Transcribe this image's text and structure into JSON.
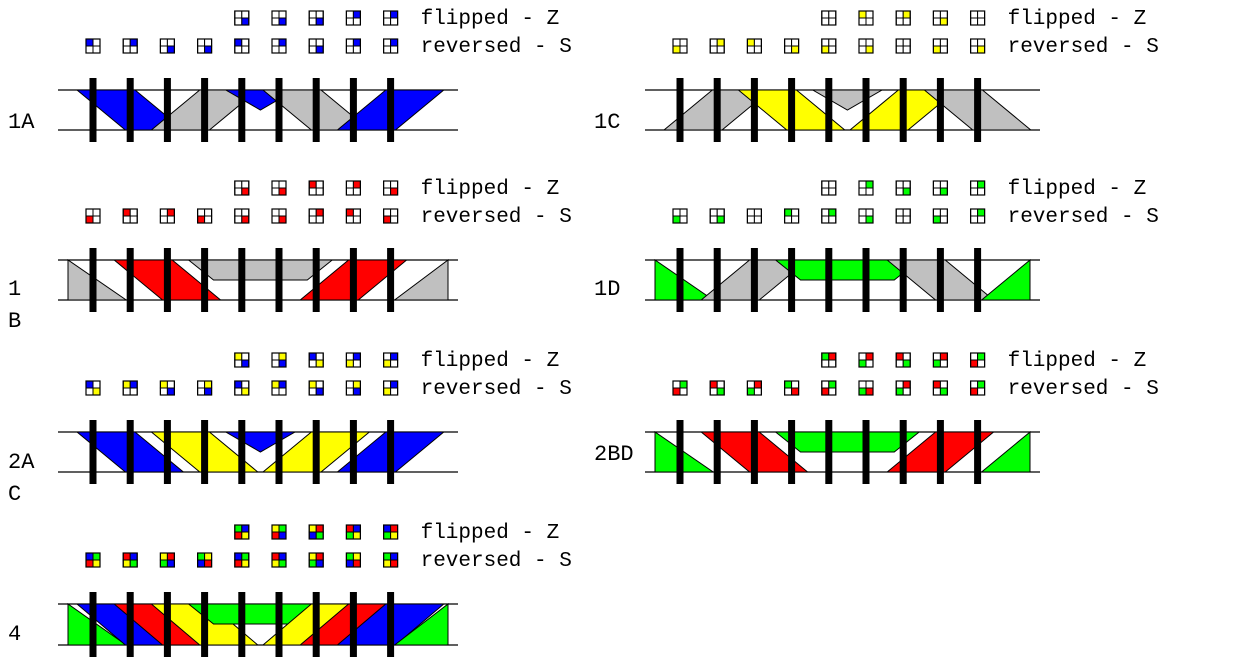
{
  "colors": {
    "blue": "#0000ff",
    "yellow": "#ffff00",
    "red": "#ff0000",
    "green": "#00ff00",
    "gray": "#c0c0c0",
    "black": "#000000",
    "white": "#ffffff"
  },
  "legend": {
    "flipped": "flipped - Z",
    "reversed": "reversed - S"
  },
  "panels": [
    {
      "id": "1A",
      "label_lines": [
        "1A"
      ],
      "bands": [
        {
          "shape": "para-down",
          "from": 0,
          "to": 2,
          "color": "blue"
        },
        {
          "shape": "para-up",
          "from": 2,
          "to": 4,
          "color": "gray"
        },
        {
          "shape": "tri-down",
          "from": 4,
          "to": 5,
          "color": "blue"
        },
        {
          "shape": "para-down",
          "from": 5,
          "to": 7,
          "color": "gray"
        },
        {
          "shape": "para-up",
          "from": 7,
          "to": 9,
          "color": "blue"
        }
      ],
      "reversed_squares": [
        [
          "blue",
          "white",
          "white",
          "white"
        ],
        [
          "white",
          "blue",
          "white",
          "white"
        ],
        [
          "white",
          "white",
          "white",
          "blue"
        ],
        [
          "white",
          "white",
          "white",
          "blue"
        ],
        [
          "blue",
          "white",
          "white",
          "white"
        ],
        [
          "white",
          "blue",
          "white",
          "white"
        ],
        [
          "white",
          "white",
          "white",
          "blue"
        ],
        [
          "white",
          "blue",
          "white",
          "white"
        ],
        [
          "white",
          "blue",
          "white",
          "white"
        ]
      ],
      "flipped_squares": [
        [
          "white",
          "white",
          "white",
          "blue"
        ],
        [
          "white",
          "white",
          "white",
          "blue"
        ],
        [
          "white",
          "white",
          "white",
          "blue"
        ],
        [
          "white",
          "blue",
          "white",
          "white"
        ],
        [
          "white",
          "blue",
          "white",
          "white"
        ]
      ]
    },
    {
      "id": "1B",
      "label_lines": [
        "1",
        "B"
      ],
      "bands": [
        {
          "shape": "edge-tri-left",
          "from": 0,
          "to": 1,
          "color": "gray"
        },
        {
          "shape": "para-down",
          "from": 1,
          "to": 3,
          "color": "red"
        },
        {
          "shape": "trap-up",
          "from": 3,
          "to": 6,
          "color": "gray"
        },
        {
          "shape": "para-up",
          "from": 6,
          "to": 8,
          "color": "red"
        },
        {
          "shape": "edge-tri-right",
          "from": 8,
          "to": 9,
          "color": "gray"
        }
      ],
      "reversed_squares": [
        [
          "white",
          "white",
          "red",
          "white"
        ],
        [
          "red",
          "white",
          "white",
          "white"
        ],
        [
          "white",
          "red",
          "white",
          "white"
        ],
        [
          "white",
          "white",
          "red",
          "white"
        ],
        [
          "white",
          "white",
          "white",
          "red"
        ],
        [
          "white",
          "white",
          "white",
          "red"
        ],
        [
          "white",
          "red",
          "white",
          "white"
        ],
        [
          "red",
          "white",
          "white",
          "white"
        ],
        [
          "white",
          "white",
          "red",
          "white"
        ]
      ],
      "flipped_squares": [
        [
          "white",
          "white",
          "white",
          "red"
        ],
        [
          "white",
          "white",
          "white",
          "red"
        ],
        [
          "red",
          "white",
          "white",
          "white"
        ],
        [
          "white",
          "red",
          "white",
          "white"
        ],
        [
          "white",
          "white",
          "white",
          "red"
        ]
      ]
    },
    {
      "id": "2AC",
      "label_lines": [
        "2A",
        "C"
      ],
      "bands": [
        {
          "shape": "para-down",
          "from": 0,
          "to": 2,
          "color": "blue"
        },
        {
          "shape": "para-down",
          "from": 2,
          "to": 4,
          "color": "yellow"
        },
        {
          "shape": "tri-down",
          "from": 4,
          "to": 5,
          "color": "blue"
        },
        {
          "shape": "para-up",
          "from": 5,
          "to": 7,
          "color": "yellow"
        },
        {
          "shape": "para-up",
          "from": 7,
          "to": 9,
          "color": "blue"
        }
      ],
      "reversed_squares": [
        [
          "blue",
          "white",
          "white",
          "yellow"
        ],
        [
          "yellow",
          "blue",
          "white",
          "white"
        ],
        [
          "yellow",
          "white",
          "white",
          "blue"
        ],
        [
          "white",
          "yellow",
          "white",
          "blue"
        ],
        [
          "blue",
          "white",
          "white",
          "yellow"
        ],
        [
          "yellow",
          "blue",
          "white",
          "white"
        ],
        [
          "yellow",
          "white",
          "white",
          "blue"
        ],
        [
          "white",
          "yellow",
          "white",
          "blue"
        ],
        [
          "white",
          "blue",
          "yellow",
          "white"
        ]
      ],
      "flipped_squares": [
        [
          "yellow",
          "white",
          "white",
          "blue"
        ],
        [
          "white",
          "yellow",
          "white",
          "blue"
        ],
        [
          "blue",
          "white",
          "white",
          "yellow"
        ],
        [
          "white",
          "blue",
          "yellow",
          "white"
        ],
        [
          "white",
          "blue",
          "yellow",
          "white"
        ]
      ]
    },
    {
      "id": "4",
      "label_lines": [
        "4"
      ],
      "bands": [
        {
          "shape": "edge-tri-left",
          "from": 0,
          "to": 1,
          "color": "green"
        },
        {
          "shape": "para-down",
          "from": 0,
          "to": 2,
          "color": "blue"
        },
        {
          "shape": "para-down",
          "from": 1,
          "to": 3,
          "color": "red"
        },
        {
          "shape": "para-down",
          "from": 2,
          "to": 4,
          "color": "yellow"
        },
        {
          "shape": "trap-up",
          "from": 3,
          "to": 6,
          "color": "green"
        },
        {
          "shape": "para-up",
          "from": 5,
          "to": 7,
          "color": "yellow"
        },
        {
          "shape": "para-up",
          "from": 6,
          "to": 8,
          "color": "red"
        },
        {
          "shape": "para-up",
          "from": 7,
          "to": 9,
          "color": "blue"
        },
        {
          "shape": "edge-tri-right",
          "from": 8,
          "to": 9,
          "color": "green"
        }
      ],
      "reversed_squares": [
        [
          "blue",
          "green",
          "red",
          "yellow"
        ],
        [
          "red",
          "blue",
          "yellow",
          "green"
        ],
        [
          "yellow",
          "red",
          "green",
          "blue"
        ],
        [
          "green",
          "yellow",
          "blue",
          "red"
        ],
        [
          "blue",
          "green",
          "red",
          "yellow"
        ],
        [
          "red",
          "blue",
          "yellow",
          "green"
        ],
        [
          "yellow",
          "red",
          "green",
          "blue"
        ],
        [
          "green",
          "yellow",
          "blue",
          "red"
        ],
        [
          "green",
          "blue",
          "yellow",
          "red"
        ]
      ],
      "flipped_squares": [
        [
          "green",
          "blue",
          "red",
          "yellow"
        ],
        [
          "yellow",
          "green",
          "red",
          "blue"
        ],
        [
          "yellow",
          "red",
          "blue",
          "green"
        ],
        [
          "red",
          "blue",
          "green",
          "yellow"
        ],
        [
          "blue",
          "red",
          "green",
          "yellow"
        ]
      ]
    },
    {
      "id": "1C",
      "label_lines": [
        "1C"
      ],
      "bands": [
        {
          "shape": "para-up",
          "from": 0,
          "to": 2,
          "color": "gray"
        },
        {
          "shape": "para-down",
          "from": 2,
          "to": 4,
          "color": "yellow"
        },
        {
          "shape": "tri-down",
          "from": 4,
          "to": 5,
          "color": "gray"
        },
        {
          "shape": "para-up",
          "from": 5,
          "to": 7,
          "color": "yellow"
        },
        {
          "shape": "para-down",
          "from": 7,
          "to": 9,
          "color": "gray"
        }
      ],
      "reversed_squares": [
        [
          "white",
          "white",
          "yellow",
          "white"
        ],
        [
          "white",
          "yellow",
          "white",
          "white"
        ],
        [
          "yellow",
          "white",
          "white",
          "white"
        ],
        [
          "white",
          "white",
          "white",
          "yellow"
        ],
        [
          "white",
          "white",
          "yellow",
          "white"
        ],
        [
          "white",
          "white",
          "white",
          "yellow"
        ],
        [
          "white",
          "white",
          "white",
          "white"
        ],
        [
          "white",
          "white",
          "yellow",
          "white"
        ],
        [
          "white",
          "white",
          "white",
          "yellow"
        ]
      ],
      "flipped_squares": [
        [
          "white",
          "white",
          "white",
          "white"
        ],
        [
          "yellow",
          "white",
          "white",
          "white"
        ],
        [
          "white",
          "yellow",
          "white",
          "white"
        ],
        [
          "white",
          "white",
          "white",
          "yellow"
        ],
        [
          "white",
          "white",
          "white",
          "white"
        ]
      ]
    },
    {
      "id": "1D",
      "label_lines": [
        "1D"
      ],
      "bands": [
        {
          "shape": "edge-tri-left",
          "from": 0,
          "to": 1,
          "color": "green"
        },
        {
          "shape": "para-up",
          "from": 1,
          "to": 3,
          "color": "gray"
        },
        {
          "shape": "trap-up",
          "from": 3,
          "to": 6,
          "color": "green"
        },
        {
          "shape": "para-down",
          "from": 6,
          "to": 8,
          "color": "gray"
        },
        {
          "shape": "edge-tri-right",
          "from": 8,
          "to": 9,
          "color": "green"
        }
      ],
      "reversed_squares": [
        [
          "white",
          "white",
          "green",
          "white"
        ],
        [
          "white",
          "white",
          "white",
          "green"
        ],
        [
          "white",
          "white",
          "white",
          "white"
        ],
        [
          "green",
          "white",
          "white",
          "white"
        ],
        [
          "white",
          "green",
          "white",
          "white"
        ],
        [
          "white",
          "white",
          "white",
          "green"
        ],
        [
          "white",
          "white",
          "white",
          "white"
        ],
        [
          "white",
          "white",
          "green",
          "white"
        ],
        [
          "white",
          "green",
          "white",
          "white"
        ]
      ],
      "flipped_squares": [
        [
          "white",
          "white",
          "white",
          "white"
        ],
        [
          "white",
          "green",
          "white",
          "white"
        ],
        [
          "white",
          "white",
          "white",
          "green"
        ],
        [
          "white",
          "white",
          "white",
          "green"
        ],
        [
          "white",
          "green",
          "white",
          "white"
        ]
      ]
    },
    {
      "id": "2BD",
      "label_lines": [
        "2BD"
      ],
      "bands": [
        {
          "shape": "edge-tri-left",
          "from": 0,
          "to": 1,
          "color": "green"
        },
        {
          "shape": "para-down",
          "from": 1,
          "to": 3,
          "color": "red"
        },
        {
          "shape": "trap-up",
          "from": 3,
          "to": 6,
          "color": "green"
        },
        {
          "shape": "para-up",
          "from": 6,
          "to": 8,
          "color": "red"
        },
        {
          "shape": "edge-tri-right",
          "from": 8,
          "to": 9,
          "color": "green"
        }
      ],
      "reversed_squares": [
        [
          "white",
          "green",
          "red",
          "white"
        ],
        [
          "red",
          "white",
          "white",
          "green"
        ],
        [
          "white",
          "red",
          "green",
          "white"
        ],
        [
          "green",
          "white",
          "white",
          "red"
        ],
        [
          "white",
          "green",
          "red",
          "white"
        ],
        [
          "white",
          "white",
          "green",
          "red"
        ],
        [
          "white",
          "red",
          "green",
          "white"
        ],
        [
          "red",
          "white",
          "white",
          "green"
        ],
        [
          "white",
          "green",
          "red",
          "white"
        ]
      ],
      "flipped_squares": [
        [
          "green",
          "red",
          "white",
          "white"
        ],
        [
          "white",
          "red",
          "green",
          "white"
        ],
        [
          "red",
          "white",
          "white",
          "green"
        ],
        [
          "white",
          "red",
          "green",
          "white"
        ],
        [
          "white",
          "green",
          "red",
          "white"
        ]
      ]
    }
  ]
}
